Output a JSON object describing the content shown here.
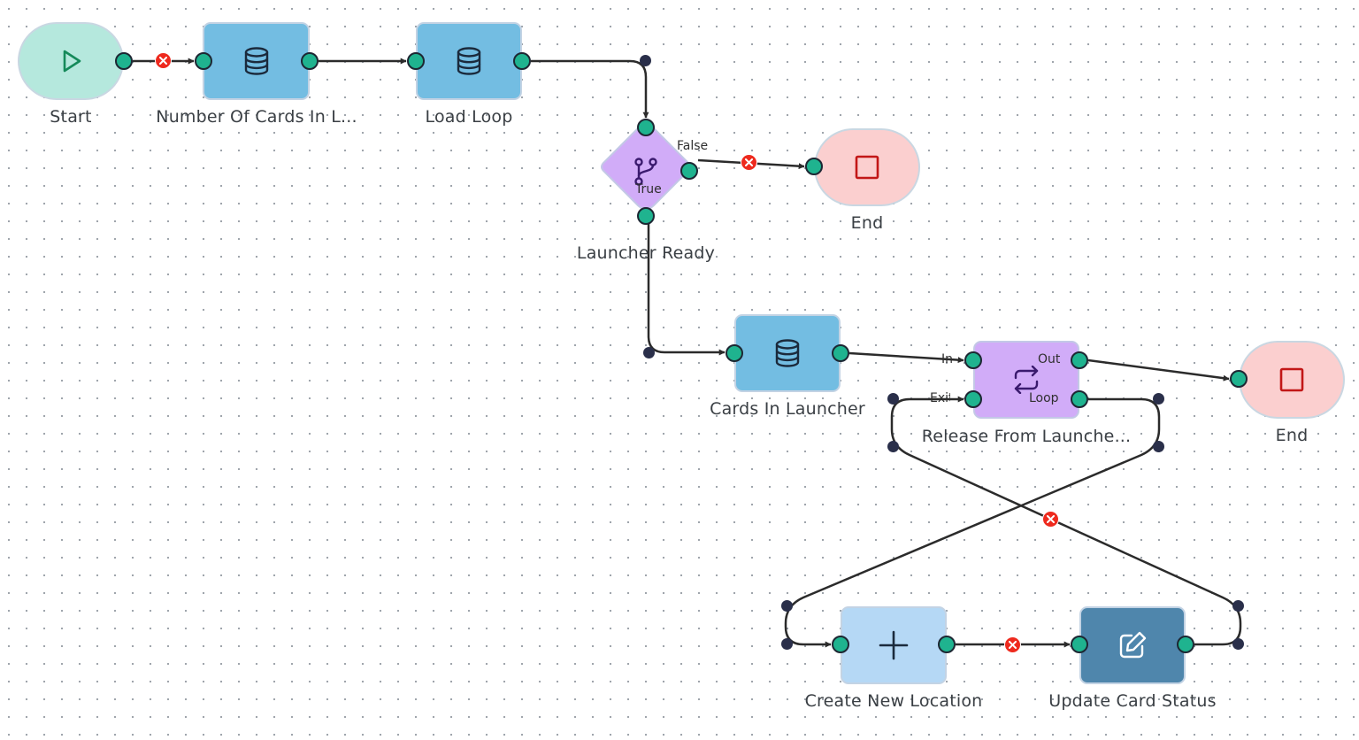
{
  "colors": {
    "start_fill": "#b5e8dd",
    "end_fill": "#fbcfcf",
    "db_fill": "#73bde2",
    "condition_fill": "#d1acf8",
    "loop_fill": "#d1acf8",
    "create_fill": "#b5d8f5",
    "update_fill": "#4f86ac",
    "port": "#1fb38f",
    "edge": "#2b2b2b",
    "error": "#ee2a1e"
  },
  "nodes": {
    "start": {
      "label": "Start",
      "icon": "play-icon"
    },
    "number_of_cards": {
      "label": "Number Of Cards In L...",
      "icon": "database-icon"
    },
    "load_loop": {
      "label": "Load Loop",
      "icon": "database-icon"
    },
    "launcher_ready": {
      "label": "Launcher Ready",
      "icon": "branch-icon",
      "true_label": "True",
      "false_label": "False"
    },
    "end_top": {
      "label": "End",
      "icon": "stop-icon"
    },
    "cards_in_launcher": {
      "label": "Cards In Launcher",
      "icon": "database-icon"
    },
    "release_from_launcher": {
      "label": "Release From Launche...",
      "icon": "loop-icon",
      "in_label": "In",
      "exit_label": "Exit",
      "out_label": "Out",
      "loop_label": "Loop"
    },
    "end_right": {
      "label": "End",
      "icon": "stop-icon"
    },
    "create_new_location": {
      "label": "Create New Location",
      "icon": "plus-icon"
    },
    "update_card_status": {
      "label": "Update Card Status",
      "icon": "edit-icon"
    }
  }
}
